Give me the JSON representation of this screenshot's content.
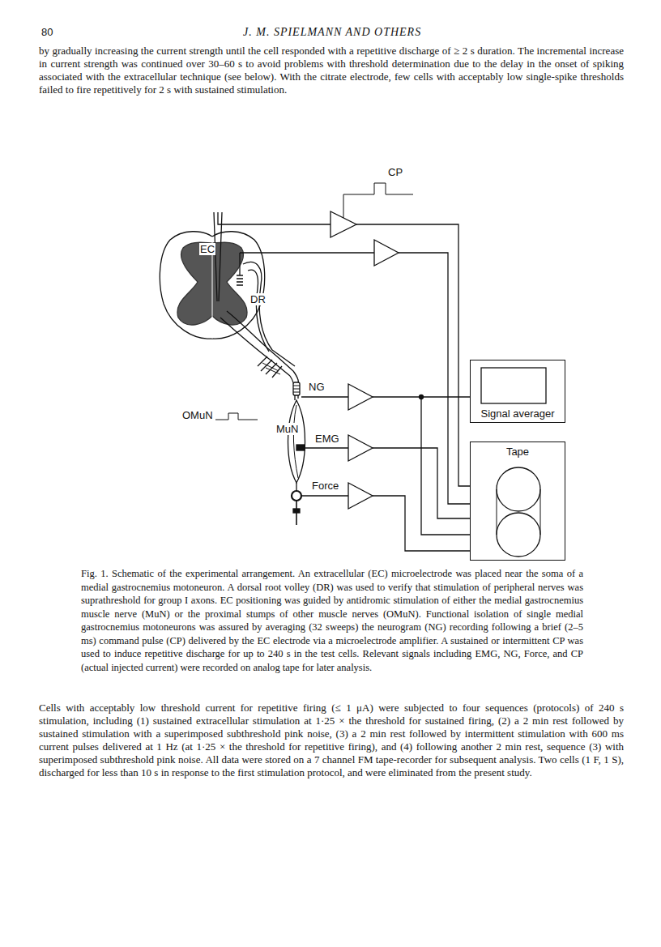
{
  "diagram": {
    "caption": "Fig. 1. Schematic of the experimental arrangement. An extracellular (EC) microelectrode was placed near the soma of a medial gastrocnemius motoneuron. A dorsal root volley (DR) was used to verify that stimulation of peripheral nerves was suprathreshold for group I axons. EC positioning was guided by antidromic stimulation of either the medial gastrocnemius muscle nerve (MuN) or the proximal stumps of other muscle nerves (OMuN). Functional isolation of single medial gastrocnemius motoneurons was assured by averaging (32 sweeps) the neurogram (NG) recording following a brief (2–5 ms) command pulse (CP) delivered by the EC electrode via a microelectrode amplifier. A sustained or intermittent CP was used to induce repetitive discharge for up to 240 s in the test cells. Relevant signals including EMG, NG, Force, and CP (actual injected current) were recorded on analog tape for later analysis.",
    "nodes": [
      {
        "text": [
          "Signal averager"
        ]
      },
      {
        "text": [
          "Tape"
        ]
      }
    ],
    "labels": [
      "80",
      "J. M. SPIELMANN AND OTHERS",
      "by gradually increasing the current strength until the cell responded with a repetitive discharge of ≥ 2 s duration. The incremental increase in current strength was continued over 30–60 s to avoid problems with threshold determination due to the delay in the onset of spiking associated with the extracellular technique (see below). With the citrate electrode, few cells with acceptably low single-spike thresholds failed to fire repetitively for 2 s with sustained stimulation.",
      "CP",
      "EC",
      "DR",
      "NG",
      "OMuN",
      "MuN",
      "EMG",
      "Force",
      "Cells with acceptably low threshold current for repetitive firing (≤ 1 μA) were subjected to four sequences (protocols) of 240 s stimulation, including (1) sustained extracellular stimulation at 1·25 × the threshold for sustained firing, (2) a 2 min rest followed by sustained stimulation with a superimposed subthreshold pink noise, (3) a 2 min rest followed by intermittent stimulation with 600 ms current pulses delivered at 1 Hz (at 1·25 × the threshold for repetitive firing), and (4) following another 2 min rest, sequence (3) with superimposed subthreshold pink noise. All data were stored on a 7 channel FM tape-recorder for subsequent analysis. Two cells (1 F, 1 S), discharged for less than 10 s in response to the first stimulation protocol, and were eliminated from the present study."
    ]
  }
}
